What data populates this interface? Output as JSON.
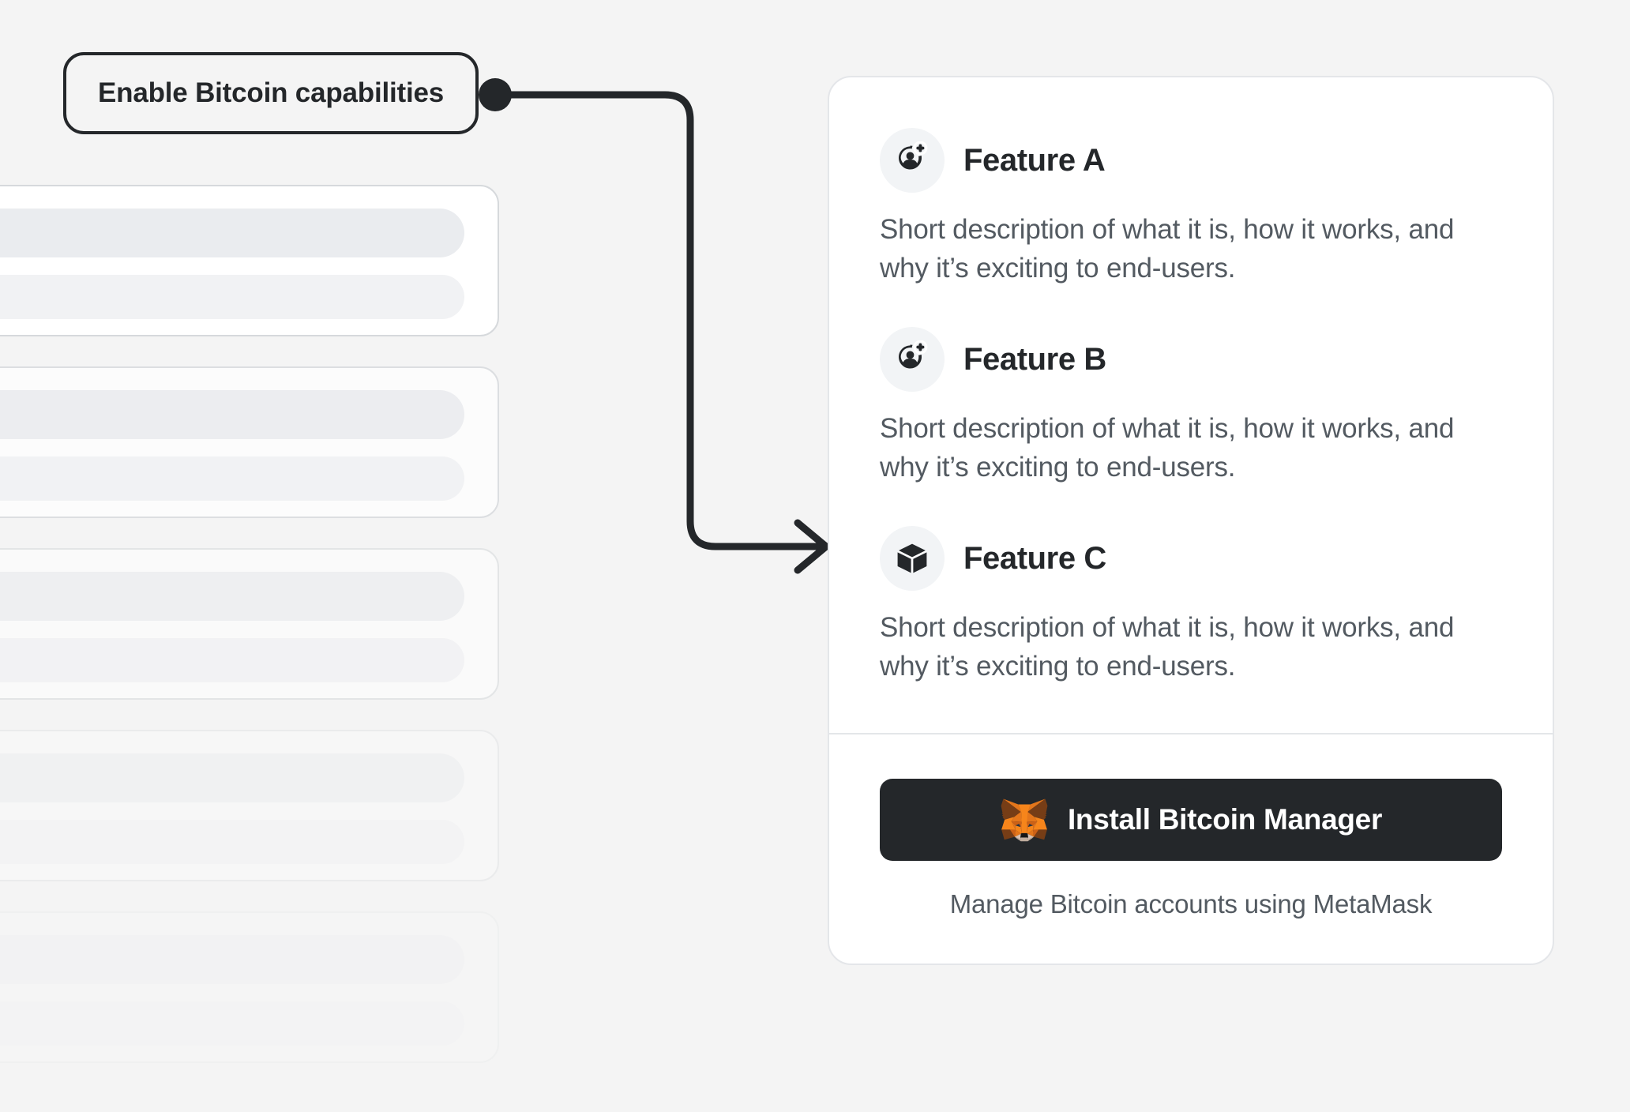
{
  "background_color": "#f4f4f4",
  "annotation": {
    "label": "Enable Bitcoin capabilities",
    "border_color": "#24272a",
    "connector": {
      "icon": "elbow-arrow-connector",
      "dot_color": "#24272a",
      "line_color": "#24272a"
    }
  },
  "skeleton": {
    "card_count": 5,
    "bar_primary_color": "#eaecef",
    "bar_secondary_color": "#f1f2f4",
    "card_border_color": "#d6d9dc"
  },
  "card": {
    "background_color": "#ffffff",
    "border_color": "#e4e6e9",
    "features": [
      {
        "icon": "add-account-icon",
        "title": "Feature A",
        "description": "Short description of what it is, how it works, and why it’s exciting to end-users."
      },
      {
        "icon": "add-account-icon",
        "title": "Feature B",
        "description": "Short description of what it is, how it works, and why it’s exciting to end-users."
      },
      {
        "icon": "cube-icon",
        "title": "Feature C",
        "description": "Short description of what it is, how it works, and why it’s exciting to end-users."
      }
    ],
    "footer": {
      "install_button": {
        "icon": "metamask-fox-icon",
        "label": "Install Bitcoin Manager",
        "background_color": "#24272a",
        "text_color": "#ffffff"
      },
      "caption": "Manage Bitcoin accounts using MetaMask"
    }
  }
}
